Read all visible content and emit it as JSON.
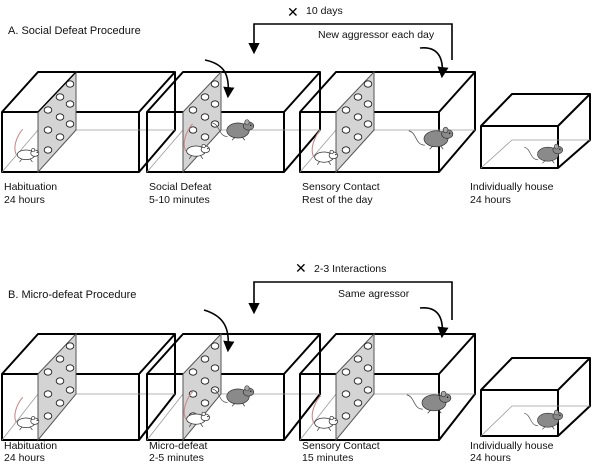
{
  "sections": [
    {
      "id": "social-defeat",
      "title": "A. Social Defeat Procedure",
      "repeat_label": "10 days",
      "loop_label": "New aggressor each day",
      "stages": [
        {
          "name": "Habituation",
          "duration": "24 hours"
        },
        {
          "name": "Social Defeat",
          "duration": "5-10 minutes"
        },
        {
          "name": "Sensory Contact",
          "duration": "Rest of the day"
        },
        {
          "name": "Individually house",
          "duration": "24 hours"
        }
      ]
    },
    {
      "id": "micro-defeat",
      "title": "B. Micro-defeat Procedure",
      "repeat_label": "2-3 Interactions",
      "loop_label": "Same agressor",
      "stages": [
        {
          "name": "Habituation",
          "duration": "24 hours"
        },
        {
          "name": "Micro-defeat",
          "duration": "2-5 minutes"
        },
        {
          "name": "Sensory Contact",
          "duration": "15 minutes"
        },
        {
          "name": "Individually house",
          "duration": "24 hours"
        }
      ]
    }
  ],
  "icons": {
    "repeat": "times-icon",
    "transfer": "curved-arrow-icon",
    "divided_cage": "divided-cage-icon",
    "single_cage": "single-cage-icon",
    "resident": "gray-mouse-icon",
    "intruder": "white-mouse-icon"
  },
  "colors": {
    "mesh": "#d4d4d4",
    "resident_mouse": "#8a8a8a",
    "intruder_mouse": "#ffffff",
    "tail": "#c98a8a"
  }
}
